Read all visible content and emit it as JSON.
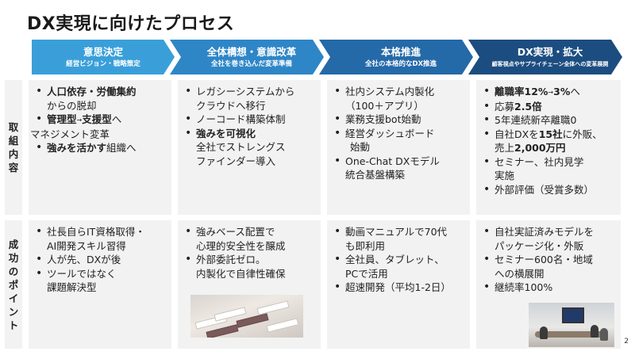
{
  "title": "DX実現に向けたプロセス",
  "colors": {
    "phase1": "#3a9fd9",
    "phase2": "#2e86c7",
    "phase3": "#2469a8",
    "phase4": "#1c4d80",
    "cell_bg": "#f2f2f2"
  },
  "phases": [
    {
      "title": "意思決定",
      "subtitle": "経営ビジョン・戦略策定"
    },
    {
      "title": "全体構想・意識改革",
      "subtitle": "全社を巻き込んだ変革準備"
    },
    {
      "title": "本格推進",
      "subtitle": "全社の本格的なDX推進"
    },
    {
      "title": "DX実現・拡大",
      "subtitle": "顧客視点やサプライチェーン全体への変革展開"
    }
  ],
  "row_labels": {
    "initiatives": [
      "取",
      "組",
      "内",
      "容"
    ],
    "success": [
      "成",
      "功",
      "の",
      "ポ",
      "イ",
      "ン",
      "ト"
    ]
  },
  "initiatives": {
    "col1": {
      "item1_bold": "人口依存・労働集約",
      "item1_rest": "からの脱却",
      "item2_bold1": "管理型",
      "item2_arrow": "→",
      "item2_bold2": "支援型",
      "item2_rest1": "へ",
      "item2_rest2": "マネジメント変革",
      "item3_bold": "強みを活かす",
      "item3_rest": "組織へ"
    },
    "col2": {
      "item1a": "レガシーシステムから",
      "item1b": "クラウドへ移行",
      "item2": "ノーコード構築体制",
      "item3_bold": "強みを可視化",
      "item3b": "全社でストレングス",
      "item3c": "ファインダー導入"
    },
    "col3": {
      "item1a": "社内システム内製化",
      "item1b": "（100＋アプリ）",
      "item2": "業務支援bot始動",
      "item3a": "経営ダッシュボード",
      "item3b": "始動",
      "item4a": "One-Chat DXモデル",
      "item4b": "統合基盤構築"
    },
    "col4": {
      "item1_bold": "離職率12%",
      "item1_arrow": "→",
      "item1_bold2": "3%",
      "item1_rest": "へ",
      "item2_pre": "応募",
      "item2_bold": "2.5倍",
      "item3": "5年連続新卒離職0",
      "item4_pre": "自社DXを",
      "item4_bold": "15社",
      "item4_rest": "に外販、",
      "item4b_pre": "売上",
      "item4b_bold": "2,000万円",
      "item5a": "セミナー、社内見学",
      "item5b": "実施",
      "item6": "外部評価（受賞多数）"
    }
  },
  "success": {
    "col1": {
      "item1a": "社長自らIT資格取得・",
      "item1b": "AI開発スキル習得",
      "item2": "人が先、DXが後",
      "item3a": "ツールではなく",
      "item3b": "課題解決型"
    },
    "col2": {
      "item1a": "強みベース配置で",
      "item1b": "心理的安全性を醸成",
      "item2a": "外部委託ゼロ。",
      "item2b": "内製化で自律性確保"
    },
    "col3": {
      "item1a": "動画マニュアルで70代",
      "item1b": "も即利用",
      "item2a": "全社員、タブレット、",
      "item2b": "PCで活用",
      "item3": "超速開発（平均1-2日）"
    },
    "col4": {
      "item1a": "自社実証済みモデルを",
      "item1b": "パッケージ化・外販",
      "item2a": "セミナー600名・地域",
      "item2b": "への横展開",
      "item3": "継続率100%"
    }
  },
  "page_number": "2"
}
